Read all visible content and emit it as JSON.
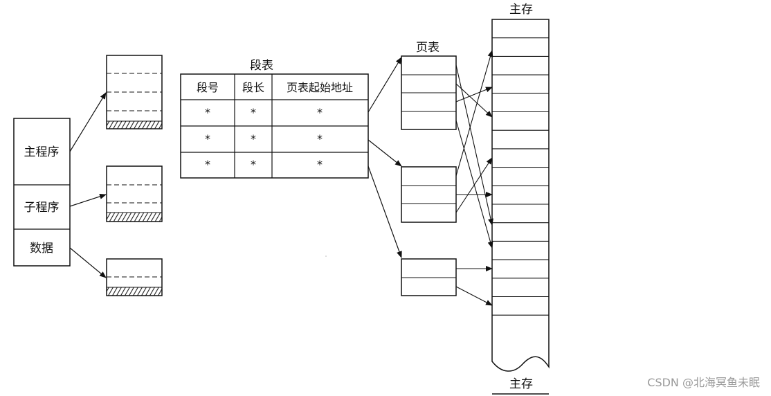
{
  "program": {
    "segments": [
      "主程序",
      "子程序",
      "数据"
    ]
  },
  "segment_table": {
    "title": "段表",
    "columns": [
      "段号",
      "段长",
      "页表起始地址"
    ],
    "rows": [
      [
        "*",
        "*",
        "*"
      ],
      [
        "*",
        "*",
        "*"
      ],
      [
        "*",
        "*",
        "*"
      ]
    ]
  },
  "page_table": {
    "title": "页表"
  },
  "main_memory": {
    "top_label": "主存",
    "bottom_label": "主存"
  },
  "watermark": "CSDN @北海冥鱼未眠"
}
